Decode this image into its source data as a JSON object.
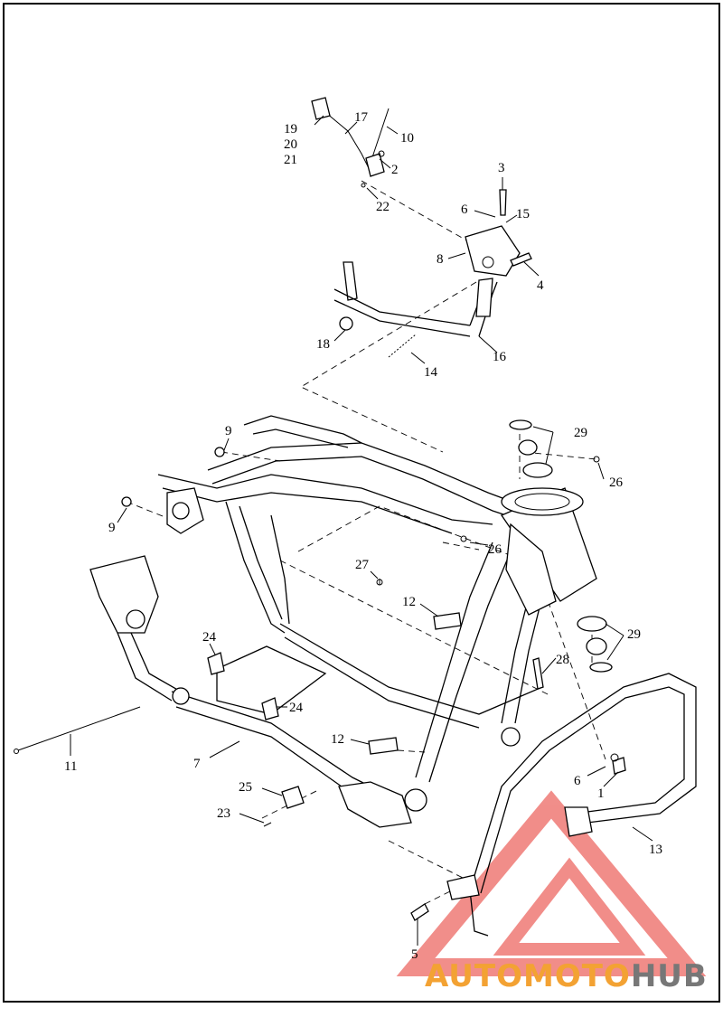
{
  "diagram": {
    "callouts": [
      "1",
      "2",
      "3",
      "4",
      "5",
      "6",
      "6",
      "7",
      "8",
      "9",
      "9",
      "10",
      "11",
      "12",
      "12",
      "13",
      "14",
      "15",
      "16",
      "17",
      "18",
      "19",
      "20",
      "21",
      "22",
      "23",
      "24",
      "24",
      "25",
      "26",
      "26",
      "27",
      "28",
      "29",
      "29"
    ]
  },
  "watermark": {
    "word1": "AUTO",
    "word2": "MOTO",
    "word3": "HUB",
    "colors": {
      "accent": "#f3a233",
      "red": "#e8423c",
      "gray": "#777777"
    }
  }
}
